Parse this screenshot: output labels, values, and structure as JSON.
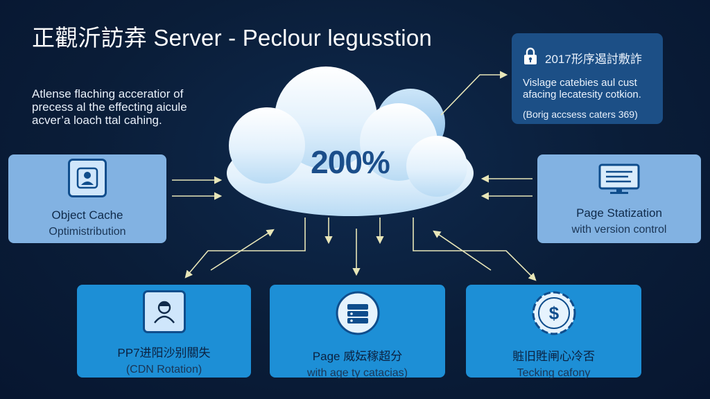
{
  "title": "正觀沂訪弆 Server - Peclour legusstion",
  "intro": {
    "lines": [
      "Atlense flaching acceratior of",
      "precess al the effecting aicule",
      "acver’a loach ttal cahing."
    ]
  },
  "info_box": {
    "heading": "2017形序遏討敷詐",
    "body_lines": [
      "Vislage catebies aul cust",
      "afacing lecatesity cotkion."
    ],
    "note": "(Borig accsess caters 369)",
    "icon": "lock-icon"
  },
  "cloud": {
    "label": "200%"
  },
  "cards": {
    "object_cache": {
      "title": "Object Cache",
      "subtitle": "Optimistribution",
      "icon": "user-icon"
    },
    "page_statization": {
      "title": "Page Statization",
      "subtitle": "with version control",
      "icon": "monitor-icon"
    },
    "cdn": {
      "title": "PP7进阳沙别關失",
      "subtitle": "(CDN Rotation)",
      "icon": "person-icon"
    },
    "page_center": {
      "title": "Page 威妘稼超分",
      "subtitle": "with age ty catacias)",
      "icon": "server-icon"
    },
    "tracking": {
      "title": "賘旧貹闸心冷否",
      "subtitle": "Tecking cafony",
      "icon": "dollar-icon"
    }
  },
  "colors": {
    "background": "#0a1d38",
    "card_light": "#82b2e2",
    "card_blue": "#1d8fd6",
    "info_box": "#1c4f86",
    "arrow": "#e8e6b8",
    "cloud_text": "#1b4e8a"
  }
}
